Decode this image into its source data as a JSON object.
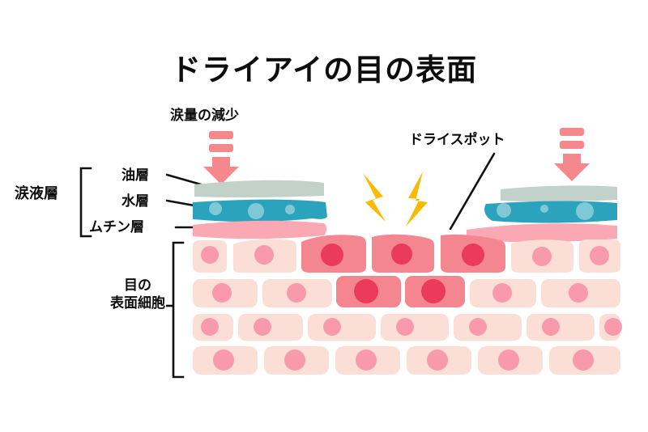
{
  "title": "ドライアイの目の表面",
  "labels": {
    "tear_film": "涙液層",
    "oil_layer": "油層",
    "aqueous_layer": "水層",
    "mucin_layer": "ムチン層",
    "surface_cells_line1": "目の",
    "surface_cells_line2": "表面細胞",
    "tear_reduction": "涙量の減少",
    "dry_spot": "ドライスポット"
  },
  "icons": {
    "left_arrow": "down-arrow-icon",
    "right_arrow": "down-arrow-icon",
    "bolt_left": "lightning-bolt-icon",
    "bolt_right": "lightning-bolt-icon",
    "bracket_tear_film": "square-bracket-icon",
    "bracket_cells": "square-bracket-icon",
    "leader_oil": "leader-line-icon",
    "leader_aqueous": "leader-line-icon",
    "leader_mucin": "leader-line-icon",
    "leader_dryspot": "leader-line-icon"
  },
  "colors": {
    "background": "#ffffff",
    "text": "#0d0d0d",
    "oil_layer": "#c2d1c9",
    "aqueous_layer": "#2ca3bd",
    "aqueous_bubble": "#7fc9d6",
    "mucin_layer": "#f9a8b4",
    "cell_normal_body": "#fbdfd7",
    "cell_normal_nucleus": "#f99aac",
    "cell_damaged_body": "#f4868f",
    "cell_damaged_nucleus": "#ea3b5b",
    "arrow": "#f4888c",
    "bolt": "#fbba00",
    "line": "#111111"
  },
  "tear_film_segments": [
    {
      "side": "left",
      "oil": true,
      "aqueous": true,
      "mucin": true
    },
    {
      "side": "right",
      "oil": true,
      "aqueous": true,
      "mucin": true
    }
  ],
  "cell_rows": [
    {
      "row": 1,
      "cells": [
        "normal",
        "normal",
        "damaged",
        "damaged",
        "damaged",
        "normal",
        "normal"
      ]
    },
    {
      "row": 2,
      "cells": [
        "normal",
        "normal",
        "damaged",
        "damaged",
        "normal",
        "normal"
      ]
    },
    {
      "row": 3,
      "cells": [
        "normal",
        "normal",
        "normal",
        "normal",
        "normal",
        "normal",
        "normal"
      ]
    },
    {
      "row": 4,
      "cells": [
        "normal",
        "normal",
        "normal",
        "normal",
        "normal",
        "normal"
      ]
    }
  ]
}
